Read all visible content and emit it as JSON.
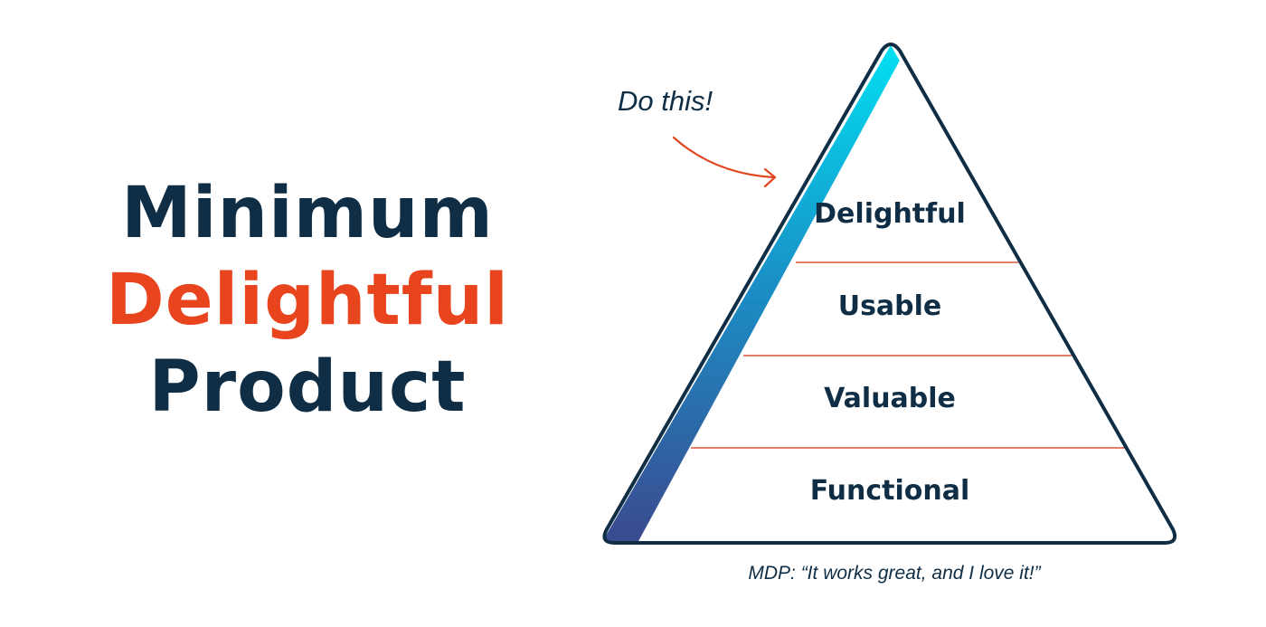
{
  "title": {
    "line1": "Minimum",
    "line2": "Delightful",
    "line3": "Product"
  },
  "annotation": {
    "text": "Do this!",
    "arrow": "curved-arrow-icon"
  },
  "pyramid": {
    "levels": [
      {
        "label": "Delightful"
      },
      {
        "label": "Usable"
      },
      {
        "label": "Valuable"
      },
      {
        "label": "Functional"
      }
    ],
    "highlight_gradient": [
      "#00e5f5",
      "#1a8fc6",
      "#3b4a8f"
    ]
  },
  "caption": "MDP: “It works great, and I love it!”",
  "colors": {
    "dark": "#0f2e45",
    "accent": "#e8441e",
    "divider": "#d9533a"
  }
}
